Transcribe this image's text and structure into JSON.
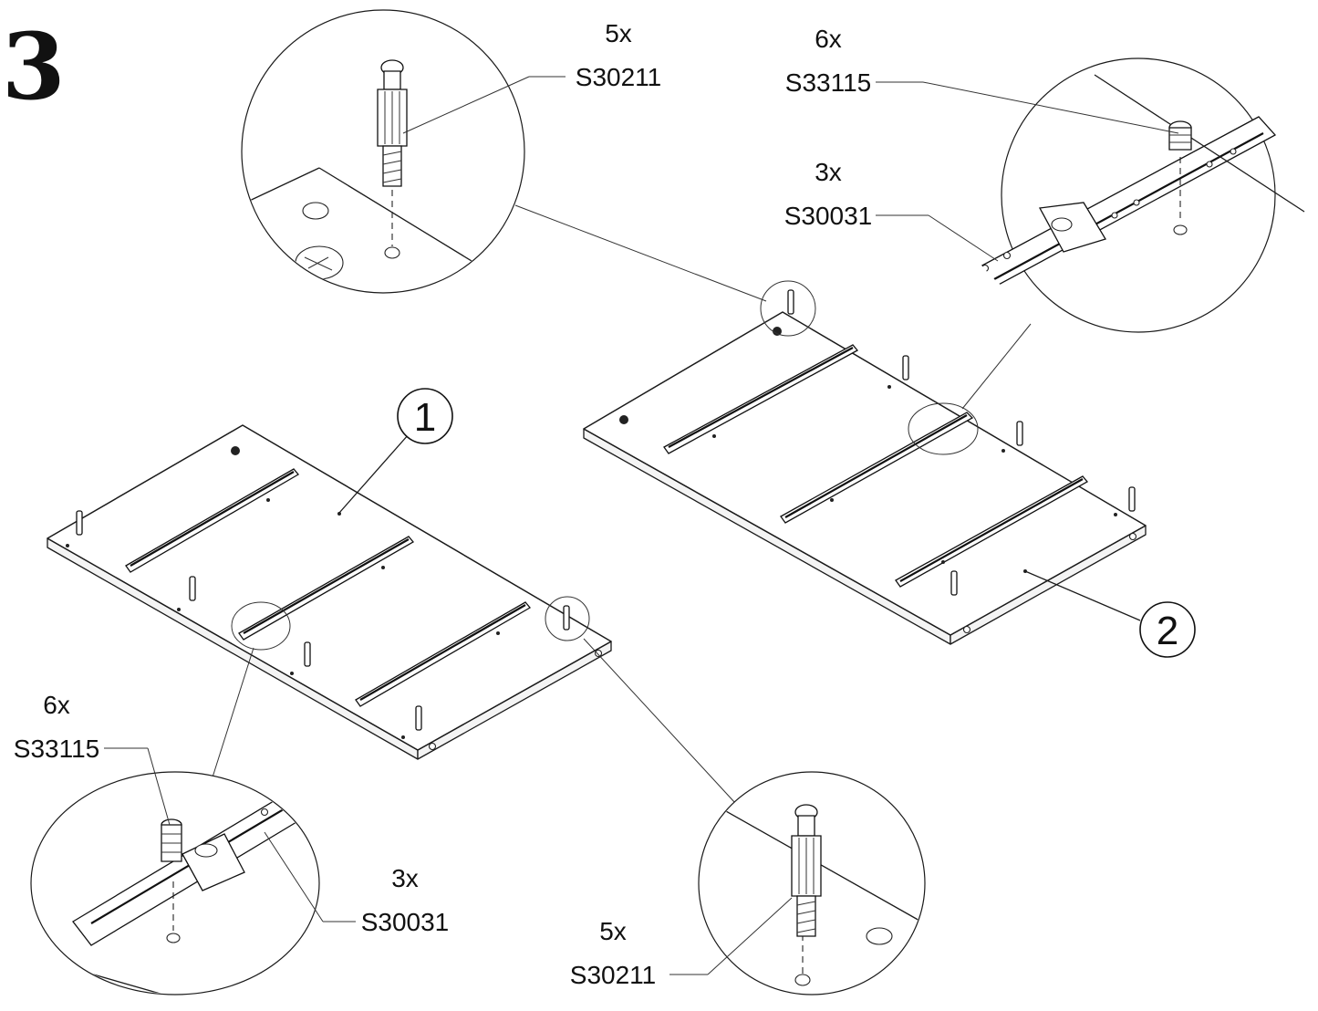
{
  "step_number": "3",
  "parts": {
    "part_1": "1",
    "part_2": "2"
  },
  "callouts": {
    "top_dowel": {
      "qty": "5x",
      "code": "S30211"
    },
    "top_cam": {
      "qty": "6x",
      "code": "S33115"
    },
    "top_screw": {
      "qty": "3x",
      "code": "S30031"
    },
    "left_cam": {
      "qty": "6x",
      "code": "S33115"
    },
    "bottom_screw": {
      "qty": "3x",
      "code": "S30031"
    },
    "bottom_dowel": {
      "qty": "5x",
      "code": "S30211"
    }
  }
}
